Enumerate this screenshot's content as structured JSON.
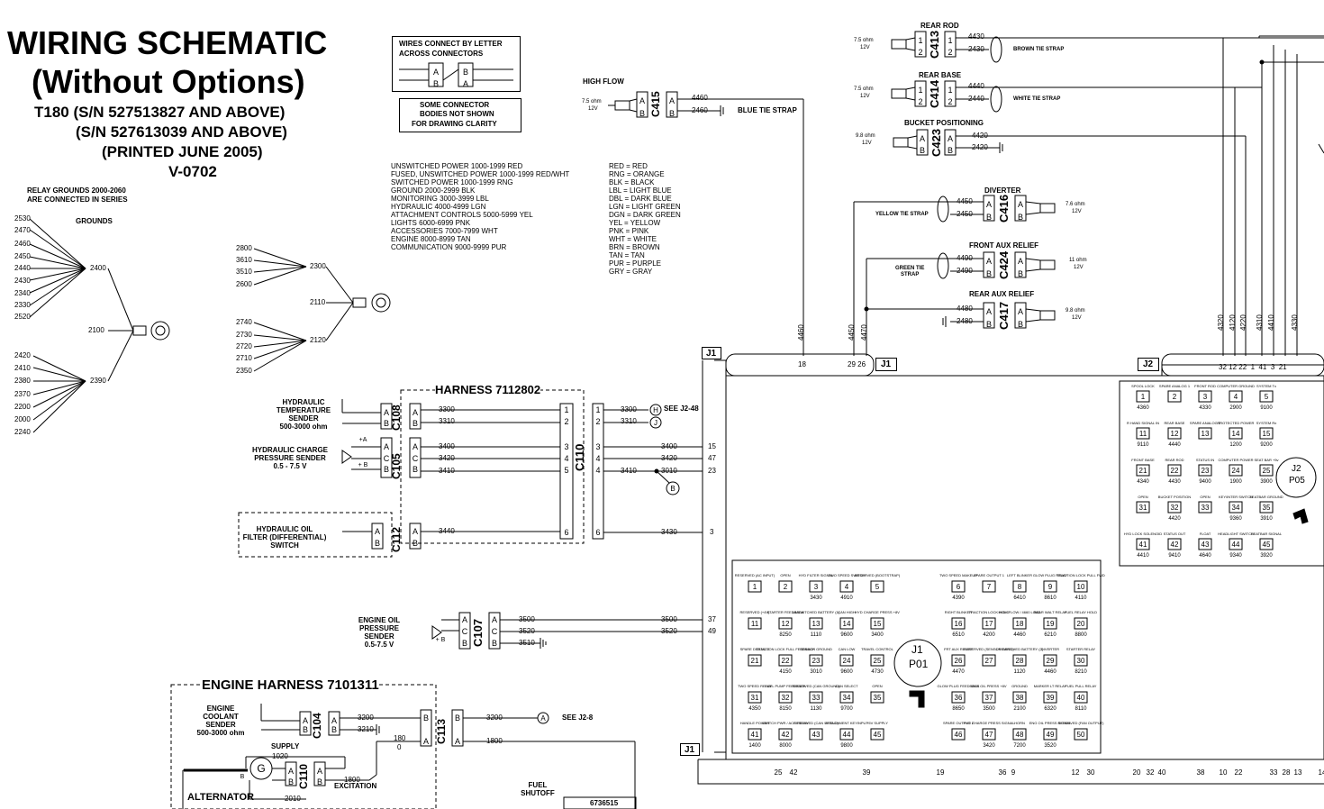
{
  "header": {
    "title_1": "WIRING SCHEMATIC",
    "title_2": "(Without Options)",
    "model_1": "T180 (S/N 527513827 AND ABOVE)",
    "model_2": "(S/N 527613039 AND ABOVE)",
    "printed": "(PRINTED JUNE 2005)",
    "version": "V-0702"
  },
  "notes": {
    "wires_connect_1": "WIRES CONNECT BY LETTER",
    "wires_connect_2": "ACROSS CONNECTORS",
    "bodies_1": "SOME CONNECTOR",
    "bodies_2": "BODIES NOT SHOWN",
    "bodies_3": "FOR DRAWING CLARITY",
    "relay_grounds_1": "RELAY GROUNDS 2000-2060",
    "relay_grounds_2": "ARE CONNECTED IN SERIES",
    "grounds": "GROUNDS"
  },
  "legend_ranges": [
    "UNSWITCHED POWER 1000-1999 RED",
    "FUSED, UNSWITCHED POWER 1000-1999 RED/WHT",
    "SWITCHED POWER 1000-1999 RNG",
    "GROUND 2000-2999 BLK",
    "MONITORING 3000-3999 LBL",
    "HYDRAULIC 4000-4999 LGN",
    "ATTACHMENT CONTROLS 5000-5999 YEL",
    "LIGHTS 6000-6999 PNK",
    "ACCESSORIES 7000-7999 WHT",
    "ENGINE 8000-8999 TAN",
    "COMMUNICATION 9000-9999 PUR"
  ],
  "legend_colors": [
    "RED = RED",
    "RNG = ORANGE",
    "BLK = BLACK",
    "LBL = LIGHT BLUE",
    "DBL = DARK BLUE",
    "LGN = LIGHT GREEN",
    "DGN = DARK GREEN",
    "YEL = YELLOW",
    "PNK = PINK",
    "WHT = WHITE",
    "BRN = BROWN",
    "TAN = TAN",
    "PUR = PURPLE",
    "GRY = GRAY"
  ],
  "ground_left_top": [
    "2530",
    "2470",
    "2460",
    "2450",
    "2440",
    "2430",
    "2340",
    "2330",
    "2520"
  ],
  "ground_left_bot": [
    "2420",
    "2410",
    "2380",
    "2370",
    "2200",
    "2000",
    "2240"
  ],
  "ground_mid_top": [
    "2800",
    "3610",
    "3510",
    "2600"
  ],
  "ground_mid_bot": [
    "2740",
    "2730",
    "2720",
    "2710",
    "2350"
  ],
  "ground_nodes": {
    "g2400": "2400",
    "g2390": "2390",
    "g2100": "2100",
    "g2300": "2300",
    "g2110": "2110",
    "g2120": "2120"
  },
  "harness": {
    "title": "HARNESS 7112802",
    "engine_title": "ENGINE HARNESS 7101311"
  },
  "components": {
    "hyd_temp": [
      "HYDRAULIC",
      "TEMPERATURE",
      "SENDER",
      "500-3000 ohm"
    ],
    "hyd_charge": [
      "HYDRAULIC CHARGE",
      "PRESSURE SENDER",
      "0.5 - 7.5 V"
    ],
    "hyd_filter": [
      "HYDRAULIC OIL",
      "FILTER (DIFFERENTIAL)",
      "SWITCH"
    ],
    "engine_oil": [
      "ENGINE OIL",
      "PRESSURE",
      "SENDER",
      "0.5-7.5 V"
    ],
    "coolant": [
      "ENGINE",
      "COOLANT",
      "SENDER",
      "500-3000 ohm"
    ],
    "alternator": "ALTERNATOR",
    "supply": "SUPPLY",
    "excitation": "EXCITATION",
    "fuel_shutoff": [
      "FUEL",
      "SHUTOFF"
    ],
    "fuel_part": "6736515",
    "high_flow": "HIGH FLOW",
    "rear_rod": "REAR ROD",
    "rear_base": "REAR BASE",
    "bucket": "BUCKET POSITIONING",
    "diverter": "DIVERTER",
    "front_aux": "FRONT AUX RELIEF",
    "rear_aux": "REAR AUX RELIEF",
    "blue_strap": "BLUE TIE STRAP",
    "brown_strap": "BROWN TIE STRAP",
    "white_strap": "WHITE TIE STRAP",
    "yellow_strap": "YELLOW TIE STRAP",
    "green_strap_1": "GREEN TIE",
    "green_strap_2": "STRAP"
  },
  "connectors": {
    "c108": "C108",
    "c105": "C105",
    "c112": "C112",
    "c110": "C110",
    "c107": "C107",
    "c104": "C104",
    "c110b": "C110",
    "c113": "C113",
    "c415": "C415",
    "c413": "C413",
    "c414": "C414",
    "c423": "C423",
    "c416": "C416",
    "c424": "C424",
    "c417": "C417",
    "j1": "J1",
    "j2": "J2",
    "j1p01": [
      "J1",
      "P01"
    ],
    "j2p05": [
      "J2",
      "P05"
    ],
    "see_j248": "SEE J2-48",
    "see_j28": "SEE J2-8"
  },
  "solenoids": {
    "c415": {
      "ohm": "7.5 ohm",
      "v": "12V",
      "w1": "4460",
      "w2": "2460"
    },
    "c413": {
      "ohm": "7.5 ohm",
      "v": "12V",
      "w1": "4430",
      "w2": "2430"
    },
    "c414": {
      "ohm": "7.5 ohm",
      "v": "12V",
      "w1": "4440",
      "w2": "2440"
    },
    "c423": {
      "ohm": "9.8 ohm",
      "v": "12V",
      "w1": "4420",
      "w2": "2420"
    },
    "c416": {
      "ohm": "7.6 ohm",
      "v": "12V",
      "w1": "4450",
      "w2": "2450"
    },
    "c424": {
      "ohm": "11 ohm",
      "v": "12V",
      "w1": "4490",
      "w2": "2490"
    },
    "c417": {
      "ohm": "9.8 ohm",
      "v": "12V",
      "w1": "4480",
      "w2": "2480"
    }
  },
  "wires": {
    "w3300": "3300",
    "w3310": "3310",
    "w3400": "3400",
    "w3420": "3420",
    "w3410": "3410",
    "w3440": "3440",
    "w3430": "3430",
    "w3010": "3010",
    "w3500": "3500",
    "w3520": "3520",
    "w3510": "3510",
    "w3200": "3200",
    "w3210": "3210",
    "w2100": "2100",
    "w1800": "1800",
    "w1020": "1020",
    "w2010": "2010",
    "w180": "180",
    "w0": "0",
    "v4460": "4460",
    "v4450": "4450",
    "v4470": "4470"
  },
  "j1_pins_side": [
    "15",
    "47",
    "23",
    "3",
    "37",
    "49"
  ],
  "j1_pins_top": [
    "18",
    "29 26"
  ],
  "j2_pins_top": "32 12 22  1  41  3  21",
  "j2_wires": [
    "4320",
    "4120",
    "4220",
    "4310",
    "4410",
    "4330"
  ],
  "j1_pins_bottom": [
    "25",
    "42",
    "39",
    "19",
    "36",
    "9",
    "12",
    "30",
    "20",
    "32",
    "40",
    "38",
    "10",
    "22",
    "33",
    "28",
    "13",
    "14"
  ],
  "j2_grid": [
    {
      "n": "1",
      "l": "SPOOL LOCK",
      "w": "4360"
    },
    {
      "n": "2",
      "l": "SPARE ANALOG 1",
      "w": ""
    },
    {
      "n": "3",
      "l": "FRONT ROD",
      "w": "4330"
    },
    {
      "n": "4",
      "l": "COMPUTER GROUND",
      "w": "2900"
    },
    {
      "n": "5",
      "l": "SYSTEM Tx",
      "w": "9100"
    },
    {
      "n": "11",
      "l": "R HAND SIGNAL IN",
      "w": "9110"
    },
    {
      "n": "12",
      "l": "REAR BASE",
      "w": "4440"
    },
    {
      "n": "13",
      "l": "SPARE ANALOG 2",
      "w": ""
    },
    {
      "n": "14",
      "l": "PROTECTED POWER",
      "w": "1200"
    },
    {
      "n": "15",
      "l": "SYSTEM Rx",
      "w": "9200"
    },
    {
      "n": "21",
      "l": "FRONT BASE",
      "w": "4340"
    },
    {
      "n": "22",
      "l": "REAR ROD",
      "w": "4430"
    },
    {
      "n": "23",
      "l": "STATUS IN",
      "w": "9400"
    },
    {
      "n": "24",
      "l": "COMPUTER POWER",
      "w": "1900"
    },
    {
      "n": "25",
      "l": "SEAT BAR +5v",
      "w": "3900"
    },
    {
      "n": "31",
      "l": "OPEN",
      "w": ""
    },
    {
      "n": "32",
      "l": "BUCKET POSITION",
      "w": "4420"
    },
    {
      "n": "33",
      "l": "OPEN",
      "w": ""
    },
    {
      "n": "34",
      "l": "KEY/INTER SWITCH",
      "w": "9360"
    },
    {
      "n": "35",
      "l": "SEATBAR GROUND",
      "w": "3910"
    },
    {
      "n": "41",
      "l": "HYD LOCK SOLENOID",
      "w": "4410"
    },
    {
      "n": "42",
      "l": "STATUS OUT",
      "w": "9410"
    },
    {
      "n": "43",
      "l": "FLOAT",
      "w": "4640"
    },
    {
      "n": "44",
      "l": "HEADLIGHT SWITCH",
      "w": "9340"
    },
    {
      "n": "45",
      "l": "SEATBAR SIGNAL",
      "w": "3920"
    }
  ],
  "j1_grid": [
    {
      "n": "1",
      "l": "RESERVED (AC INPUT)",
      "w": ""
    },
    {
      "n": "2",
      "l": "OPEN",
      "w": ""
    },
    {
      "n": "3",
      "l": "HYD FILTER SIGNAL",
      "w": "3430"
    },
    {
      "n": "4",
      "l": "TWO SPEED SWITCH",
      "w": "4910"
    },
    {
      "n": "5",
      "l": "RESERVED (BOOTSTRAP)",
      "w": ""
    },
    {
      "n": "6",
      "l": "TWO SPEED MAKEUP",
      "w": "4390"
    },
    {
      "n": "7",
      "l": "SPARE OUTPUT 1",
      "w": ""
    },
    {
      "n": "8",
      "l": "LEFT BLINKER",
      "w": "6410"
    },
    {
      "n": "9",
      "l": "GLOW PLUG RELAY",
      "w": "8610"
    },
    {
      "n": "10",
      "l": "TRACTION LOCK PULL FWD",
      "w": "4110"
    },
    {
      "n": "11",
      "l": "RESERVED (+4V)",
      "w": ""
    },
    {
      "n": "12",
      "l": "STARTER FEEDBACK",
      "w": "8250"
    },
    {
      "n": "13",
      "l": "UNSWITCHED BATTERY (1)",
      "w": "1110"
    },
    {
      "n": "14",
      "l": "CAN HIGH",
      "w": "9600"
    },
    {
      "n": "15",
      "l": "HYD CHARGE PRESS +8V",
      "w": "3400"
    },
    {
      "n": "16",
      "l": "RIGHT BLINKER",
      "w": "6510"
    },
    {
      "n": "17",
      "l": "TRACTION LOCK HOLD",
      "w": "4200"
    },
    {
      "n": "18",
      "l": "HIGH FLOW / 4660 LOAD",
      "w": "4460"
    },
    {
      "n": "19",
      "l": "REAR WALT RELAY",
      "w": "6210"
    },
    {
      "n": "20",
      "l": "FUEL RELAY HOLD",
      "w": "8800"
    },
    {
      "n": "21",
      "l": "SPARE DIGITAL 2",
      "w": ""
    },
    {
      "n": "22",
      "l": "TRACTION LOCK FULL FEEDBACK",
      "w": "4150"
    },
    {
      "n": "23",
      "l": "SENSOR GROUND",
      "w": "3010"
    },
    {
      "n": "24",
      "l": "CAN LOW",
      "w": "9600"
    },
    {
      "n": "25",
      "l": "TRAVEL CONTROL",
      "w": "4730"
    },
    {
      "n": "26",
      "l": "FRT AUX RELIEF",
      "w": "4470"
    },
    {
      "n": "27",
      "l": "RESERVED (SENSOR GRND)",
      "w": ""
    },
    {
      "n": "28",
      "l": "UNSWITCHED BATTERY (2)",
      "w": "1120"
    },
    {
      "n": "29",
      "l": "DIVERTER",
      "w": "4460"
    },
    {
      "n": "30",
      "l": "STARTER RELAY",
      "w": "8210"
    },
    {
      "n": "31",
      "l": "TWO SPEED RELAY",
      "w": "4350"
    },
    {
      "n": "32",
      "l": "FUEL PUMP FEEDBACK",
      "w": "8150"
    },
    {
      "n": "33",
      "l": "RESERVED (CAN GROUND)",
      "w": "1130"
    },
    {
      "n": "34",
      "l": "CAN SELECT",
      "w": "9700"
    },
    {
      "n": "35",
      "l": "OPEN",
      "w": ""
    },
    {
      "n": "36",
      "l": "GLOW PLUG FEEDBACK",
      "w": "8650"
    },
    {
      "n": "37",
      "l": "ENG OIL PRESS +8V",
      "w": "3500"
    },
    {
      "n": "38",
      "l": "GROUND",
      "w": "2100"
    },
    {
      "n": "39",
      "l": "MARKER LT RELAY",
      "w": "6320"
    },
    {
      "n": "40",
      "l": "FUEL PULL RELAY",
      "w": "8110"
    },
    {
      "n": "41",
      "l": "HANDLE POWER",
      "w": "1400"
    },
    {
      "n": "42",
      "l": "SWITCH PWR / ACC RELAY",
      "w": "8000"
    },
    {
      "n": "43",
      "l": "RESERVED (CAN SHIELD)",
      "w": ""
    },
    {
      "n": "44",
      "l": "ATTACHMENT KEYINPUT",
      "w": "9800"
    },
    {
      "n": "45",
      "l": "+5V SUPPLY",
      "w": ""
    },
    {
      "n": "46",
      "l": "SPARE OUTPUT 2",
      "w": ""
    },
    {
      "n": "47",
      "l": "HYD CHARGE PRESS SIGNAL",
      "w": "3420"
    },
    {
      "n": "48",
      "l": "HORN",
      "w": "7200"
    },
    {
      "n": "49",
      "l": "ENG OIL PRESS SIGNAL",
      "w": "3520"
    },
    {
      "n": "50",
      "l": "RESERVED (FAN OUTPUT)",
      "w": ""
    }
  ]
}
